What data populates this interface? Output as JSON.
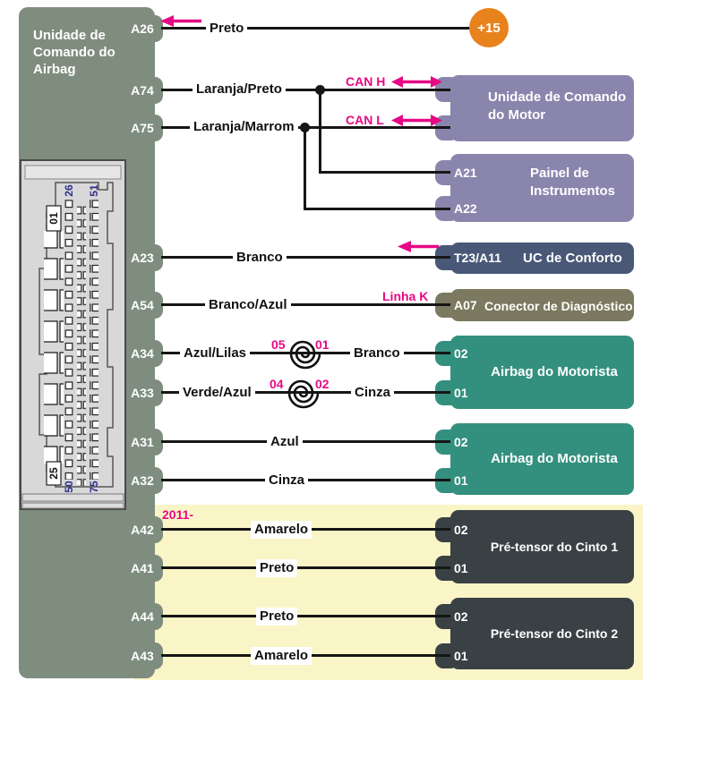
{
  "unit": {
    "title": "Unidade de Comando do Airbag"
  },
  "power": {
    "label": "+15"
  },
  "wires": [
    {
      "pin": "A26",
      "color": "Preto"
    },
    {
      "pin": "A74",
      "color": "Laranja/Preto"
    },
    {
      "pin": "A75",
      "color": "Laranja/Marrom"
    },
    {
      "pin": "A23",
      "color": "Branco"
    },
    {
      "pin": "A54",
      "color": "Branco/Azul"
    },
    {
      "pin": "A34",
      "color": "Azul/Lilas",
      "color2": "Branco",
      "splice_left": "05",
      "splice_right": "01"
    },
    {
      "pin": "A33",
      "color": "Verde/Azul",
      "color2": "Cinza",
      "splice_left": "04",
      "splice_right": "02"
    },
    {
      "pin": "A31",
      "color": "Azul"
    },
    {
      "pin": "A32",
      "color": "Cinza"
    },
    {
      "pin": "A42",
      "color": "Amarelo",
      "note": "2011-"
    },
    {
      "pin": "A41",
      "color": "Preto"
    },
    {
      "pin": "A44",
      "color": "Preto"
    },
    {
      "pin": "A43",
      "color": "Amarelo"
    }
  ],
  "annotations": {
    "can_h": "CAN H",
    "can_l": "CAN L",
    "linha_k": "Linha K"
  },
  "components": [
    {
      "name": "Unidade de Comando do Motor",
      "pins": []
    },
    {
      "name": "Painel de Instrumentos",
      "pins": [
        "A21",
        "A22"
      ]
    },
    {
      "name": "UC de Conforto",
      "pins": [
        "T23/A11"
      ]
    },
    {
      "name": "Conector de Diagnóstico",
      "pins": [
        "A07"
      ]
    },
    {
      "name": "Airbag do Motorista",
      "pins": [
        "02",
        "01"
      ]
    },
    {
      "name": "Airbag do Motorista",
      "pins": [
        "02",
        "01"
      ]
    },
    {
      "name": "Pré-tensor do Cinto 1",
      "pins": [
        "02",
        "01"
      ]
    },
    {
      "name": "Pré-tensor do Cinto 2",
      "pins": [
        "02",
        "01"
      ]
    }
  ],
  "connector": {
    "labels": {
      "p01": "01",
      "p25": "25",
      "p26": "26",
      "p50": "50",
      "p51": "51",
      "p75": "75"
    }
  },
  "colors": {
    "unit_green": "#7f8d7f",
    "purple": "#8a85ac",
    "navy_blue": "#4a5878",
    "olive": "#7b795f",
    "teal": "#33907e",
    "charcoal": "#3a4144",
    "yellow_bg": "#faf5c6",
    "magenta": "#e60984",
    "orange": "#e8821d",
    "wire_black": "#161616"
  }
}
